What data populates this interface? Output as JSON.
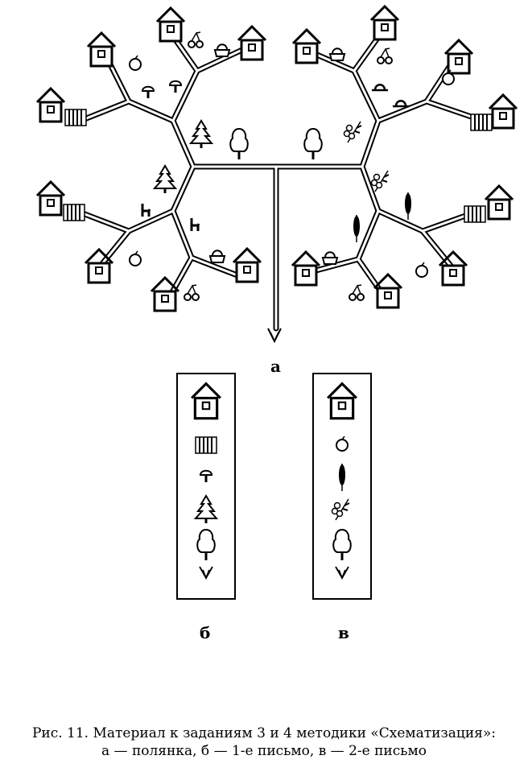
{
  "labels": {
    "a": "а",
    "b": "б",
    "v": "в"
  },
  "caption": {
    "line1": "Рис. 11. Материал к заданиям 3 и 4 методики «Схематизация»:",
    "line2": "а — полянка, б — 1-е письмо, в — 2-е письмо"
  },
  "icons": {
    "house": "house-icon",
    "fence": "fence-icon",
    "mushroom": "mushroom-icon",
    "fir": "fir-tree-icon",
    "tree": "deciduous-tree-icon",
    "grass": "grass-icon",
    "apple": "apple-icon",
    "wheat": "wheat-ear-icon",
    "berries": "berry-branch-icon",
    "cherries": "cherries-icon",
    "basket": "basket-icon",
    "hat": "hat-icon",
    "chair": "chair-icon",
    "arrow": "arrow-down-icon"
  },
  "letter1": [
    "house",
    "fence",
    "mushroom",
    "fir",
    "tree",
    "grass"
  ],
  "letter2": [
    "house",
    "apple",
    "wheat",
    "berries",
    "tree",
    "grass"
  ],
  "meadow": {
    "houses_count": 16,
    "description": ""
  }
}
